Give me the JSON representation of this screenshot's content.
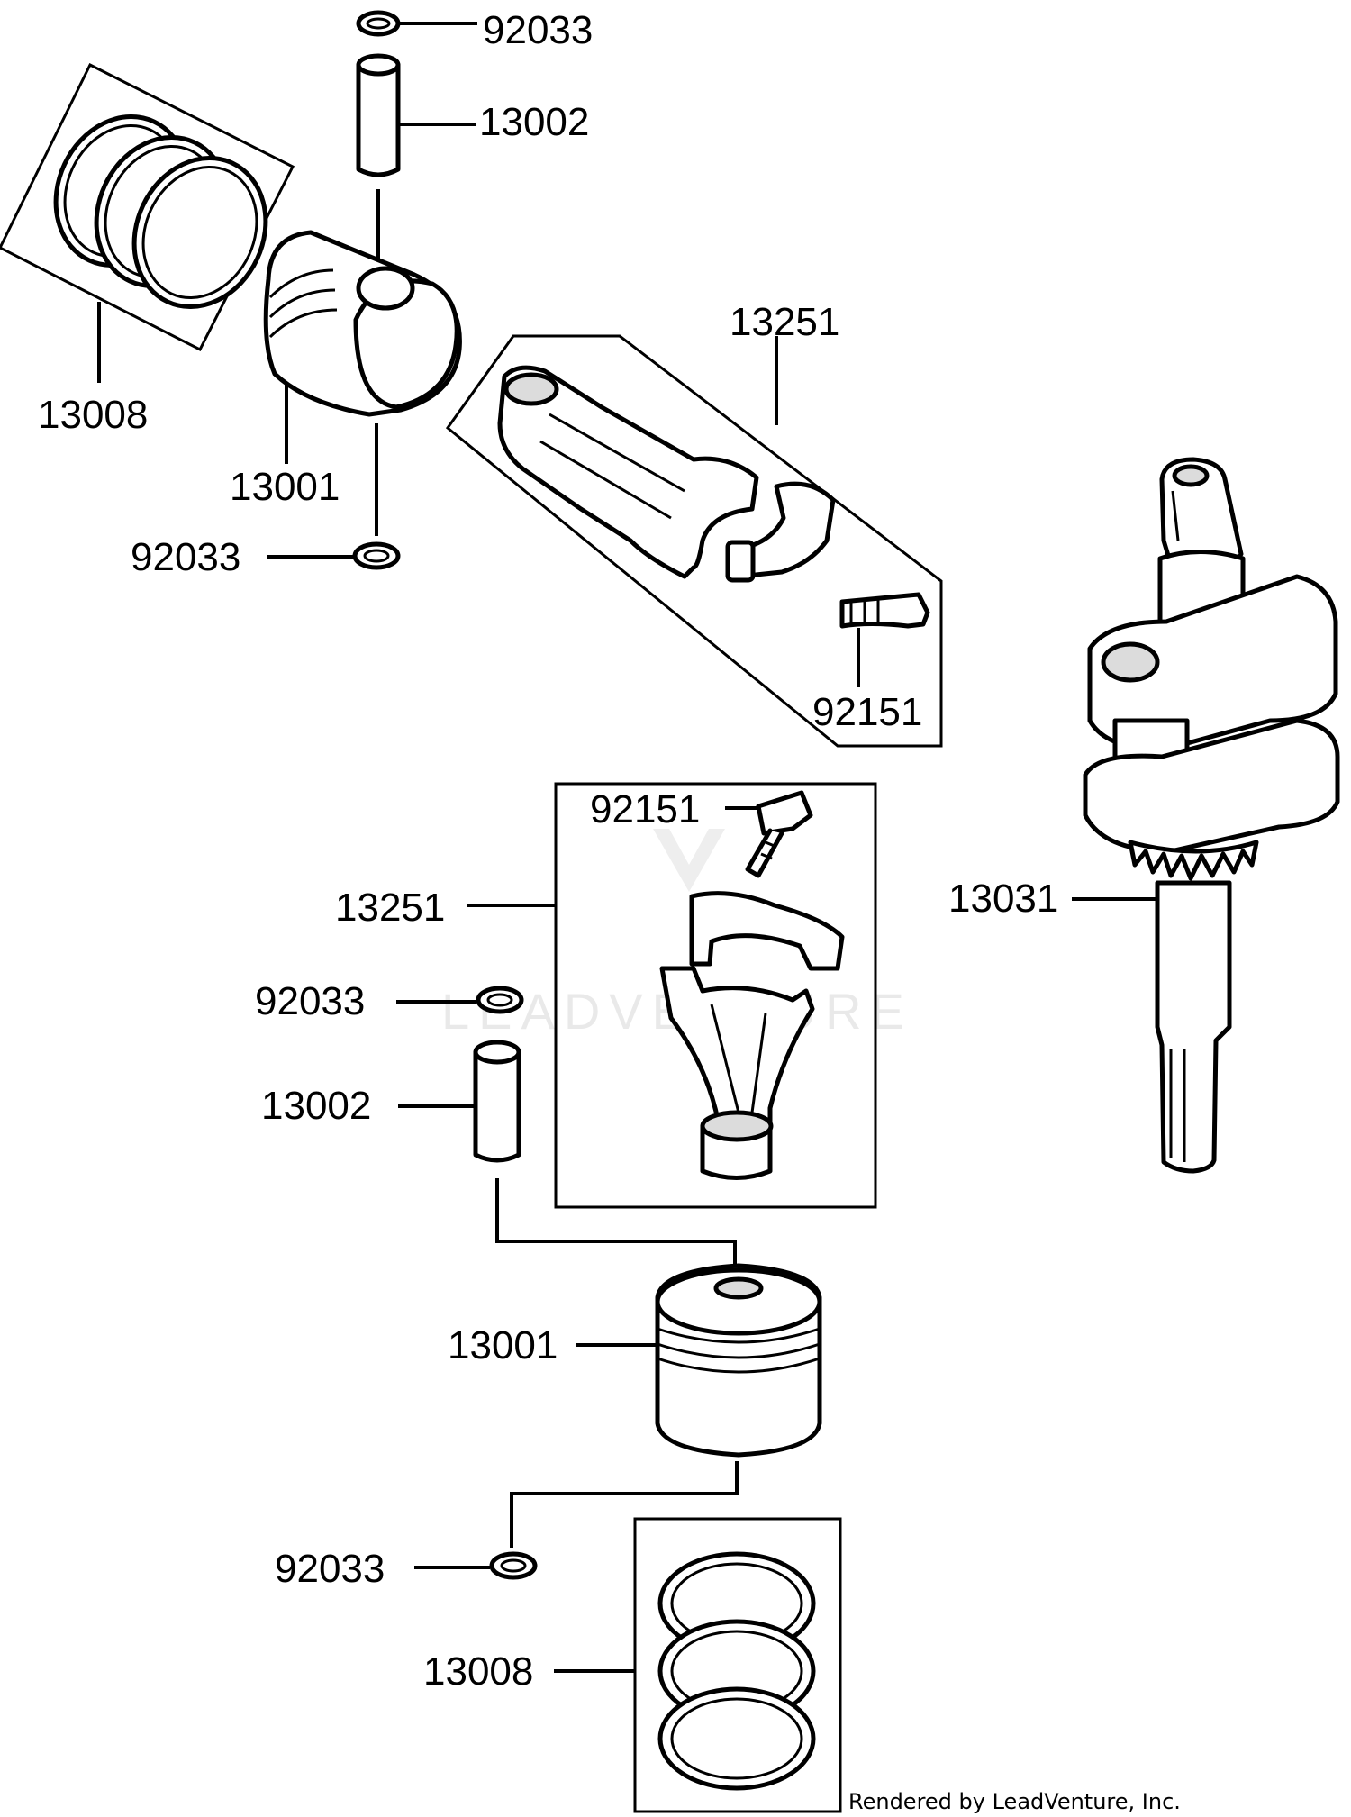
{
  "parts": [
    {
      "id": "clip-top-1",
      "number": "92033"
    },
    {
      "id": "pin-top",
      "number": "13002"
    },
    {
      "id": "rings-top",
      "number": "13008"
    },
    {
      "id": "piston-top",
      "number": "13001"
    },
    {
      "id": "clip-top-2",
      "number": "92033"
    },
    {
      "id": "rod-top",
      "number": "13251"
    },
    {
      "id": "bolt-top",
      "number": "92151"
    },
    {
      "id": "bolt-mid",
      "number": "92151"
    },
    {
      "id": "rod-mid",
      "number": "13251"
    },
    {
      "id": "crankshaft",
      "number": "13031"
    },
    {
      "id": "clip-mid",
      "number": "92033"
    },
    {
      "id": "pin-mid",
      "number": "13002"
    },
    {
      "id": "piston-bottom",
      "number": "13001"
    },
    {
      "id": "clip-bottom",
      "number": "92033"
    },
    {
      "id": "rings-bottom",
      "number": "13008"
    }
  ],
  "watermark": "LEADVENTURE",
  "credit": "Rendered by LeadVenture, Inc."
}
